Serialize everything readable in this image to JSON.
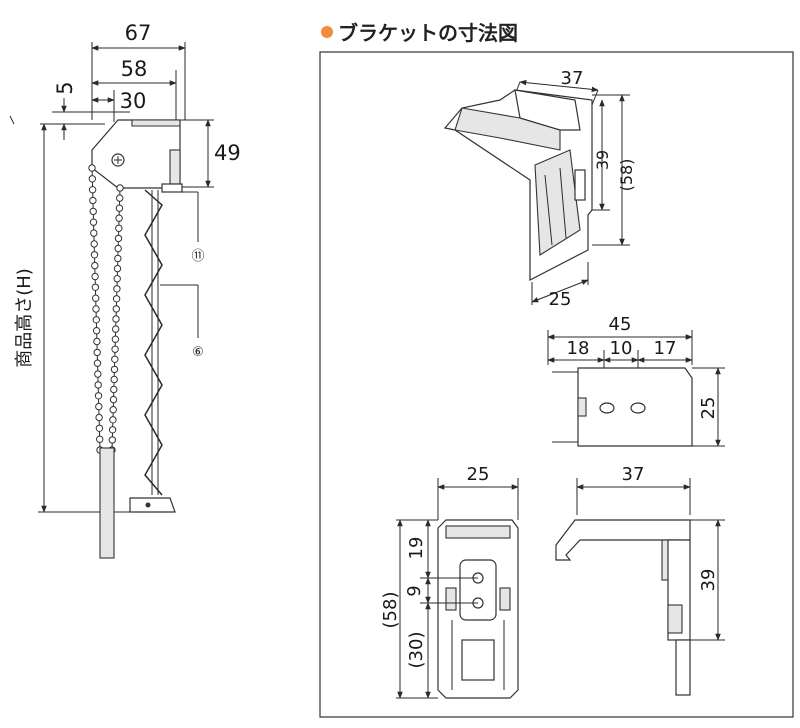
{
  "title": {
    "bullet_color": "#f28c3c",
    "text": "ブラケットの寸法図"
  },
  "overall": {
    "dim_67": "67",
    "dim_58": "58",
    "dim_30": "30",
    "dim_5": "5",
    "dim_49": "49",
    "height_label": "商品高さ(H)",
    "callout_11": "⑪",
    "callout_6": "⑥"
  },
  "bracket_iso": {
    "dim_37": "37",
    "dim_39": "39",
    "dim_58": "(58)",
    "dim_25": "25"
  },
  "bracket_top": {
    "dim_45": "45",
    "dim_18": "18",
    "dim_10": "10",
    "dim_17": "17",
    "dim_25": "25"
  },
  "bracket_front": {
    "dim_25": "25",
    "dim_19": "19",
    "dim_9": "9",
    "dim_58": "(58)",
    "dim_30": "(30)"
  },
  "bracket_side": {
    "dim_37": "37",
    "dim_39": "39"
  },
  "colors": {
    "line": "#2a2a2a",
    "frame": "#333333",
    "part_fill": "#ffffff",
    "shade": "#e6e6e6"
  }
}
